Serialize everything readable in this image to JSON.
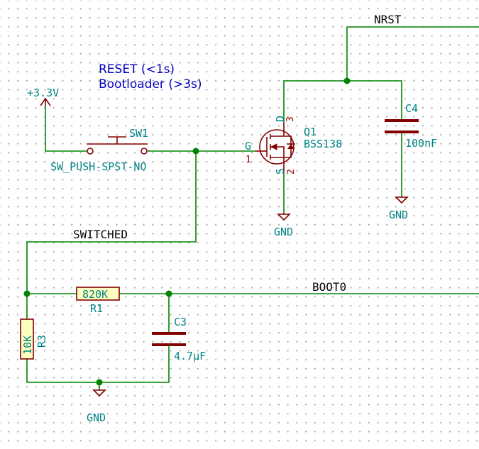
{
  "nets": {
    "nrst": "NRST",
    "switched": "SWITCHED",
    "boot0": "BOOT0"
  },
  "notes": {
    "line1": "RESET (<1s)",
    "line2": "Bootloader (>3s)"
  },
  "power": {
    "supply": "+3.3V",
    "gnd_q1": "GND",
    "gnd_c4": "GND",
    "gnd_bottom": "GND"
  },
  "components": {
    "sw1": {
      "ref": "SW1",
      "value": "SW_PUSH-SPST-NO"
    },
    "q1": {
      "ref": "Q1",
      "value": "BSS138",
      "pin_g": "G",
      "pin_d": "D",
      "pin_s": "S",
      "pin1": "1",
      "pin2": "2",
      "pin3": "3"
    },
    "c4": {
      "ref": "C4",
      "value": "100nF"
    },
    "r1": {
      "ref": "R1",
      "value": "820K"
    },
    "r3": {
      "ref": "R3",
      "value": "10K"
    },
    "c3": {
      "ref": "C3",
      "value": "4.7µF"
    }
  },
  "colors": {
    "wire": "#008400",
    "component": "#840000",
    "component_fill": "#ffffc2",
    "reference_text": "#008484",
    "note_text": "#0000c2",
    "net_label": "#0a0a0a"
  }
}
